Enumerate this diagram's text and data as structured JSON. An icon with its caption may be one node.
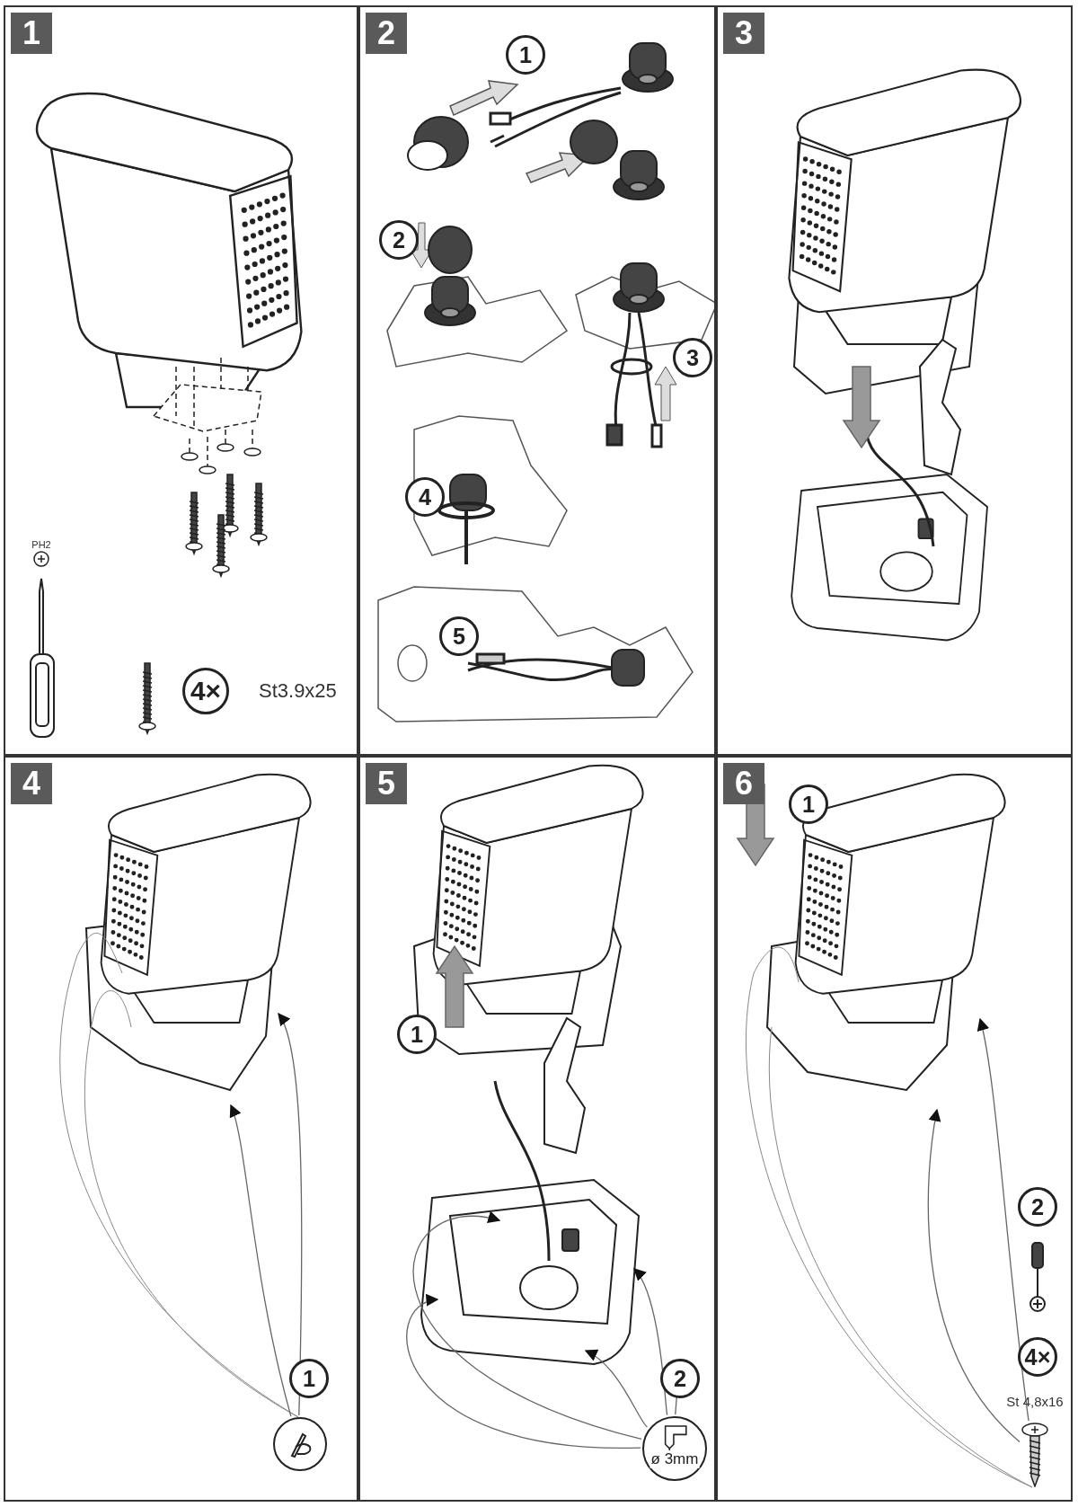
{
  "diagram": {
    "nodes": [
      {
        "text": [
          "1"
        ]
      },
      {
        "text": [
          "2"
        ]
      },
      {
        "text": [
          "3"
        ]
      },
      {
        "text": [
          "4"
        ]
      },
      {
        "text": [
          "5"
        ]
      },
      {
        "text": [
          "6"
        ]
      },
      {
        "text": [
          "4×"
        ],
        "in": 0
      },
      {
        "text": [
          "1"
        ],
        "in": 1
      },
      {
        "text": [
          "2"
        ],
        "in": 1
      },
      {
        "text": [
          "3"
        ],
        "in": 1
      },
      {
        "text": [
          "4"
        ],
        "in": 1
      },
      {
        "text": [
          "5"
        ],
        "in": 1
      },
      {
        "text": [
          "1"
        ],
        "in": 3
      },
      {
        "text": [],
        "shape": "circle",
        "in": 3
      },
      {
        "text": [
          "1"
        ],
        "in": 4
      },
      {
        "text": [
          "2"
        ],
        "in": 4
      },
      {
        "text": [
          "ø 3mm"
        ],
        "in": 4
      },
      {
        "text": [
          "1"
        ],
        "in": 5
      },
      {
        "text": [
          "2"
        ],
        "in": 5
      },
      {
        "text": [
          "4×"
        ],
        "in": 5
      },
      {
        "text": [],
        "shape": "picture",
        "in": 5
      }
    ],
    "edges": [
      {
        "from": 13,
        "to": null,
        "arrow": "to"
      },
      {
        "from": 13,
        "to": null,
        "arrow": "to"
      },
      {
        "from": 16,
        "to": null,
        "arrow": "to"
      },
      {
        "from": 16,
        "to": null,
        "arrow": "to"
      },
      {
        "from": 16,
        "to": null,
        "arrow": "to"
      },
      {
        "from": 16,
        "to": null,
        "arrow": "to"
      },
      {
        "from": 20,
        "to": null,
        "arrow": "to"
      },
      {
        "from": 20,
        "to": null,
        "arrow": "to"
      },
      {
        "from": 15,
        "to": 16,
        "arrow": "none"
      }
    ],
    "labels": [
      "PH2",
      "St3.9x25",
      "St 4,8x16"
    ]
  }
}
